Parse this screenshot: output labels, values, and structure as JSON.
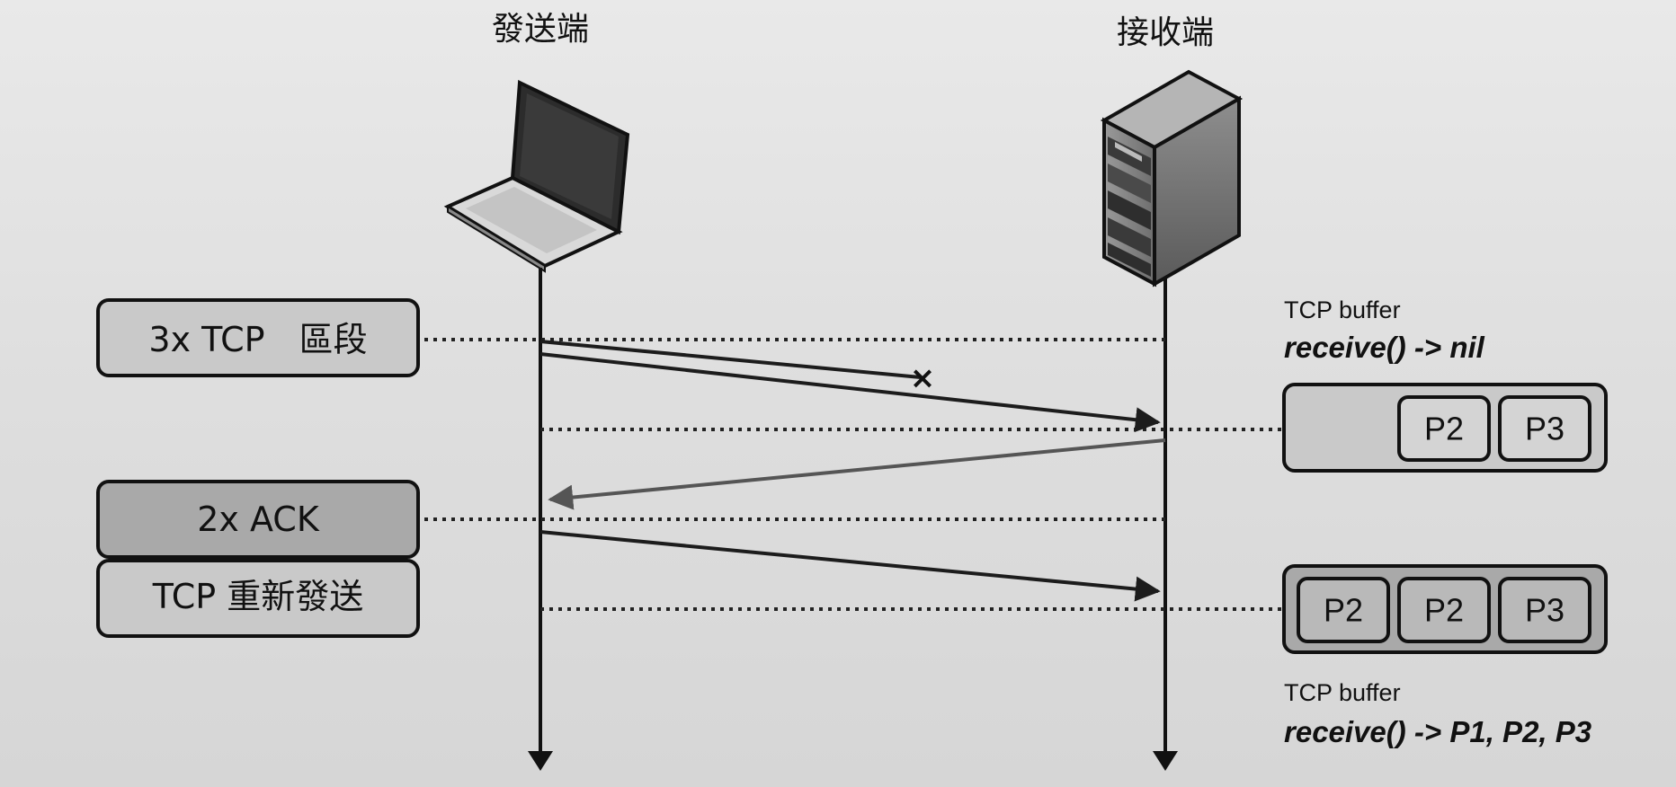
{
  "sender_title": "發送端",
  "receiver_title": "接收端",
  "sender_device_icon": "laptop-icon",
  "receiver_device_icon": "server-tower-icon",
  "left_labels": {
    "segments": "3x TCP　區段",
    "ack": "2x ACK",
    "retransmit": "TCP 重新發送"
  },
  "buffer_top": {
    "title": "TCP buffer",
    "call": "receive() -> nil",
    "packets": [
      "P2",
      "P3"
    ]
  },
  "buffer_bottom": {
    "title": "TCP buffer",
    "call": "receive() -> P1, P2, P3",
    "packets": [
      "P2",
      "P2",
      "P3"
    ]
  },
  "lost_marker": "×",
  "colors": {
    "box_light": "#c9c9c9",
    "box_dark": "#a9a9a9",
    "outline": "#111111",
    "background": "#e2e2e2"
  }
}
